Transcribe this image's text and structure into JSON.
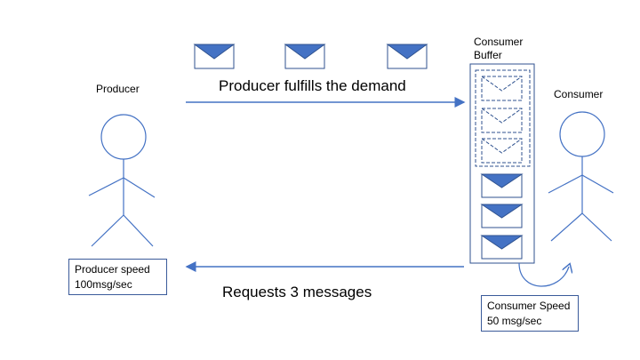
{
  "producer": {
    "label": "Producer",
    "speed_lines": [
      "Producer speed",
      "100msg/sec"
    ]
  },
  "consumer": {
    "label": "Consumer",
    "speed_lines": [
      "Consumer Speed",
      "50 msg/sec"
    ]
  },
  "buffer": {
    "label_lines": [
      "Consumer",
      "Buffer"
    ],
    "empty_slots": 3,
    "filled_slots": 3
  },
  "flows": {
    "fulfill_label": "Producer fulfills the demand",
    "request_label": "Requests 3 messages"
  },
  "colors": {
    "line": "#4472c4",
    "envelope_fill": "#4472c4",
    "envelope_stroke": "#2f528f",
    "text": "#000000"
  }
}
